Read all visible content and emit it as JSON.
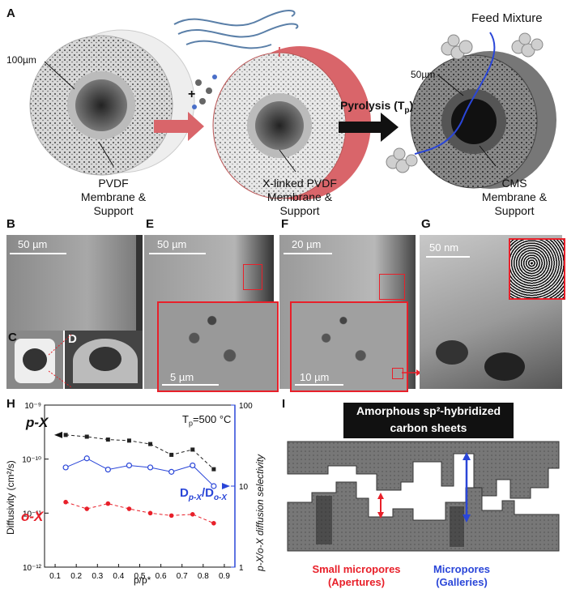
{
  "panel_a": {
    "label": "A",
    "scale_100": "100µm",
    "scale_50": "50µm",
    "pvdf": [
      "PVDF",
      "Membrane &",
      "Support"
    ],
    "xlinked": [
      "X-linked PVDF",
      "Membrane &",
      "Support"
    ],
    "cms": [
      "CMS",
      "Membrane &",
      "Support"
    ],
    "pyrolysis": "Pyrolysis (T",
    "pyrolysis_sub": "p",
    "pyrolysis_end": ")",
    "feed": "Feed Mixture",
    "plus": "+"
  },
  "sem_panels": {
    "b": {
      "label": "B",
      "scale": "50 µm"
    },
    "c": {
      "label": "C"
    },
    "d": {
      "label": "D"
    },
    "e": {
      "label": "E",
      "scale": "50 µm",
      "inset_scale": "5 µm"
    },
    "f": {
      "label": "F",
      "scale": "20 µm",
      "inset_scale": "10 µm"
    },
    "g": {
      "label": "G",
      "scale": "50 nm"
    }
  },
  "panel_h": {
    "label": "H",
    "annotation_tp": "T",
    "annotation_tp_sub": "p",
    "annotation_tp_end": "=500 °C",
    "px_label": "p-X",
    "ox_label": "o-X",
    "ratio_label_d": "D",
    "ratio_label_sub1": "p-X",
    "ratio_label_slash": "/D",
    "ratio_label_sub2": "o-X",
    "ylabel_left": "Diffusivity (cm²/s)",
    "ylabel_right": "p-X/o-X diffusion selectivity",
    "xlabel": "p/p*",
    "xticks": [
      "0.1",
      "0.2",
      "0.3",
      "0.4",
      "0.5",
      "0.6",
      "0.7",
      "0.8",
      "0.9"
    ],
    "yticks_left": [
      "10⁻¹²",
      "10⁻¹¹",
      "10⁻¹⁰",
      "10⁻⁹"
    ],
    "yticks_right": [
      "1",
      "10",
      "100"
    ]
  },
  "chart_data": {
    "type": "scatter",
    "x": [
      0.15,
      0.25,
      0.35,
      0.45,
      0.55,
      0.65,
      0.75,
      0.85
    ],
    "series": [
      {
        "name": "p-X",
        "axis": "left",
        "values": [
          2.8e-10,
          2.6e-10,
          2.3e-10,
          2.2e-10,
          1.9e-10,
          1.2e-10,
          1.5e-10,
          6.5e-11
        ],
        "color": "#222222",
        "style": "dashed-square"
      },
      {
        "name": "o-X",
        "axis": "left",
        "values": [
          1.6e-11,
          1.2e-11,
          1.5e-11,
          1.2e-11,
          1e-11,
          9e-12,
          9.5e-12,
          6.5e-12
        ],
        "color": "#e8202a",
        "style": "dashed-circle"
      },
      {
        "name": "Dp-X/Do-X",
        "axis": "right",
        "values": [
          17,
          22,
          16,
          18,
          17,
          15,
          18,
          10
        ],
        "color": "#2a46d8",
        "style": "solid-open-circle"
      }
    ],
    "xlabel": "p/p*",
    "ylabel": "Diffusivity (cm²/s)",
    "ylabel_right": "p-X/o-X diffusion selectivity",
    "xlim": [
      0.05,
      0.95
    ],
    "ylim": [
      1e-12,
      1e-09
    ],
    "ylim_right": [
      1,
      100
    ],
    "yscale": "log",
    "grid": false
  },
  "panel_i": {
    "label": "I",
    "title_line1": "Amorphous sp²-hybridized",
    "title_line2": "carbon sheets",
    "small_line1": "Small micropores",
    "small_line2": "(Apertures)",
    "micro_line1": "Micropores",
    "micro_line2": "(Galleries)"
  },
  "colors": {
    "red": "#e8202a",
    "blue": "#2a46d8",
    "pink": "#d9656a"
  }
}
